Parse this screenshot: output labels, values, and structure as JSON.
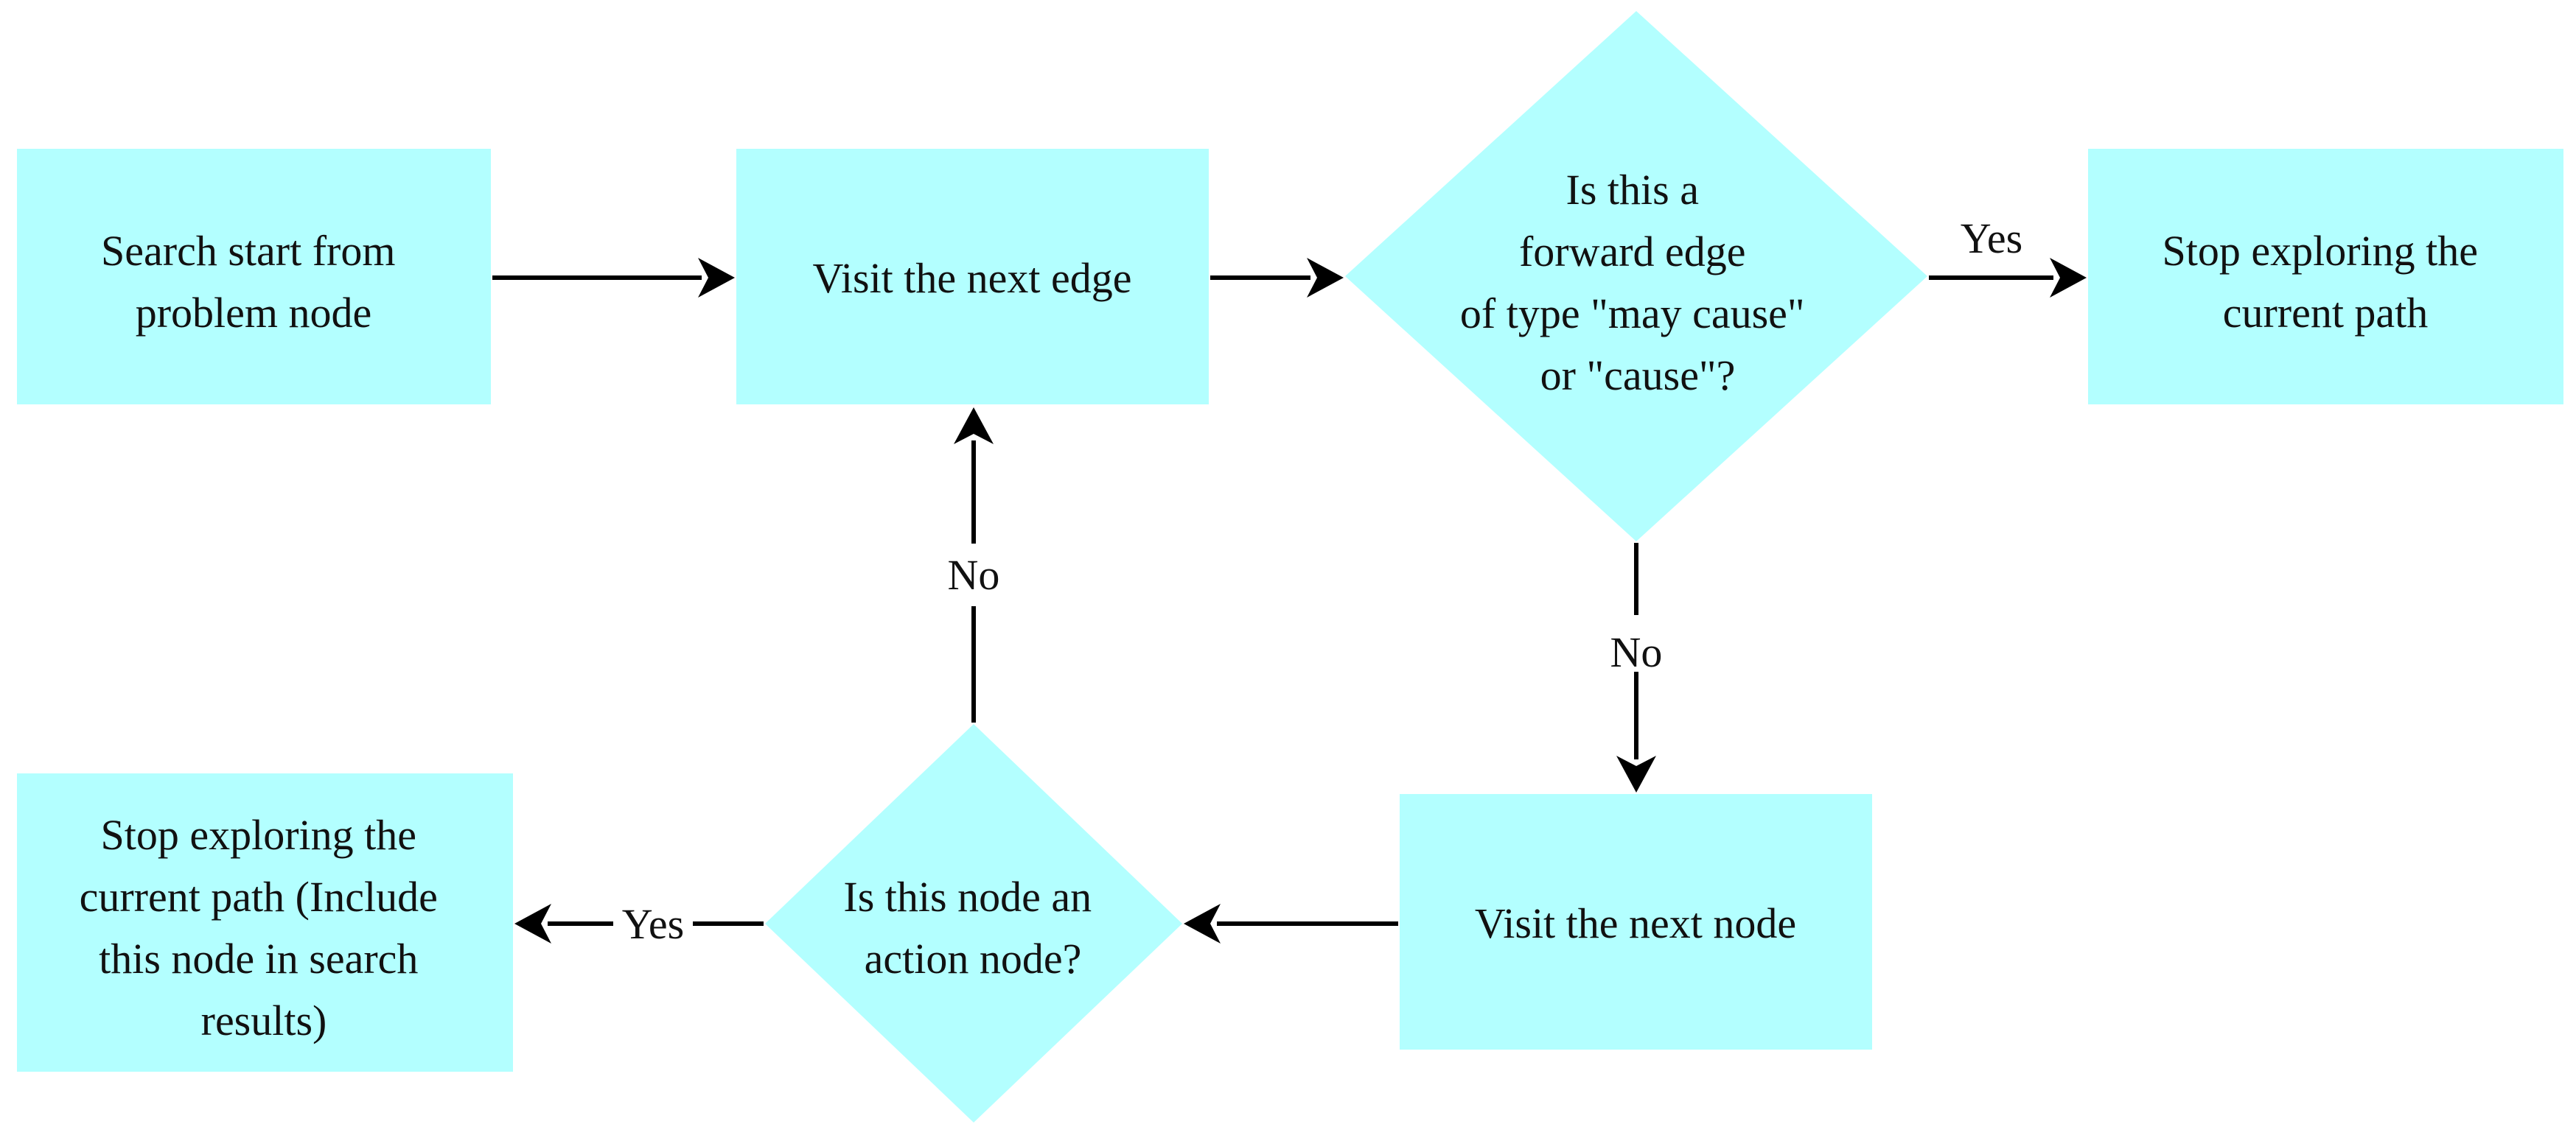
{
  "colors": {
    "node_fill": "#b3ffff",
    "edge": "#000000",
    "text": "#111111"
  },
  "nodes": {
    "start": {
      "lines": [
        "Search start from",
        "problem node"
      ]
    },
    "visit_edge": {
      "lines": [
        "Visit the next edge"
      ]
    },
    "forward_edge_decision": {
      "lines": [
        "Is this a",
        "forward edge",
        "of type \"may cause\"",
        "or \"cause\"?"
      ]
    },
    "stop_top": {
      "lines": [
        "Stop exploring the",
        "current path"
      ]
    },
    "visit_node": {
      "lines": [
        "Visit the next node"
      ]
    },
    "action_node_decision": {
      "lines": [
        "Is this node an",
        "action node?"
      ]
    },
    "stop_bottom": {
      "lines": [
        "Stop exploring the",
        "current path (Include",
        "this node in search",
        "results)"
      ]
    }
  },
  "edges": {
    "decision_yes": "Yes",
    "decision_no": "No",
    "action_yes": "Yes",
    "action_no": "No"
  }
}
